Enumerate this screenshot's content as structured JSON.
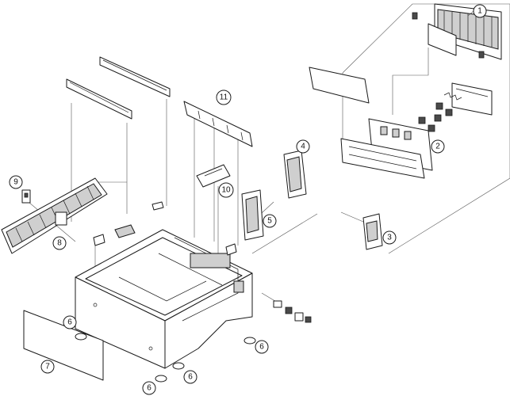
{
  "callouts": {
    "c1": "1",
    "c2": "2",
    "c3": "3",
    "c4": "4",
    "c5": "5",
    "c6a": "6",
    "c6b": "6",
    "c6c": "6",
    "c6d": "6",
    "c7": "7",
    "c8": "8",
    "c9": "9",
    "c10": "10",
    "c11": "11"
  },
  "colors": {
    "line": "#1a1a1a",
    "fill": "#ffffff",
    "shade": "#cfcfcf"
  }
}
